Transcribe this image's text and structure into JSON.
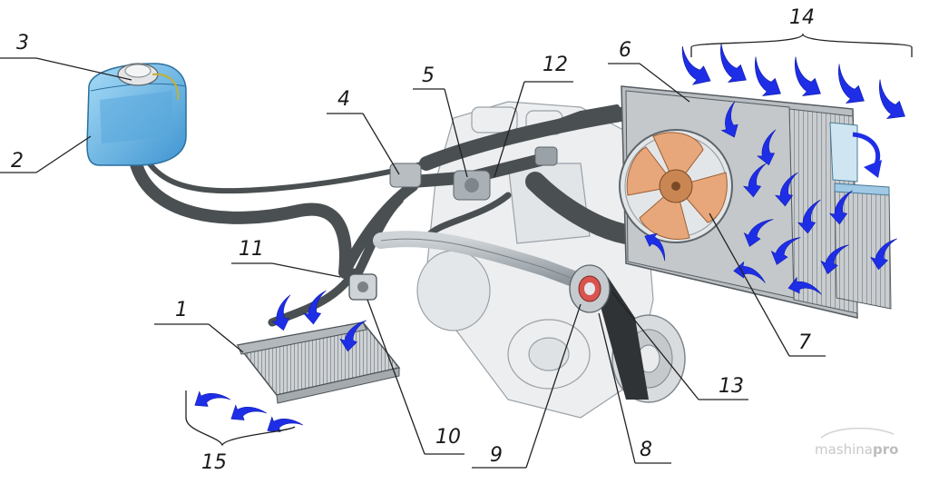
{
  "callouts": {
    "n1": "1",
    "n2": "2",
    "n3": "3",
    "n4": "4",
    "n5": "5",
    "n6": "6",
    "n7": "7",
    "n8": "8",
    "n9": "9",
    "n10": "10",
    "n11": "11",
    "n12": "12",
    "n13": "13",
    "n14": "14",
    "n15": "15"
  },
  "watermark": {
    "prefix": "mashina",
    "suffix": "pro"
  },
  "colors": {
    "flow_arrow": "#1e2ee6",
    "tank": "#6fb7e6",
    "fan_blade": "#e7a77a",
    "hose": "#4a4f52",
    "engine": "#e8eaec"
  }
}
